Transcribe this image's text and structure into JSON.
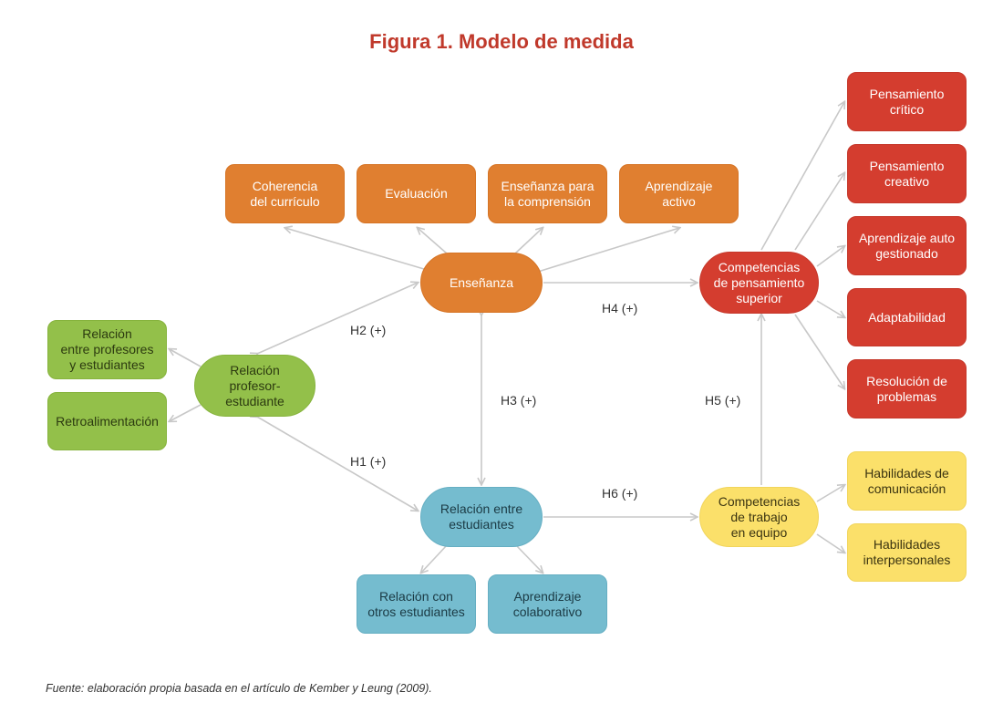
{
  "title": "Figura 1. Modelo de medida",
  "source": "Fuente: elaboración propia basada en el artículo de Kember y Leung (2009).",
  "nodes": {
    "coherencia": "Coherencia\ndel currículo",
    "evaluacion": "Evaluación",
    "ensenanza_comprension": "Enseñanza para\nla comprensión",
    "aprendizaje_activo": "Aprendizaje\nactivo",
    "ensenanza": "Enseñanza",
    "relacion_prof_est_box": "Relación\nentre profesores\ny estudiantes",
    "retroalimentacion": "Retroalimentación",
    "relacion_prof_est": "Relación\nprofesor-\nestudiante",
    "relacion_entre_est": "Relación entre\nestudiantes",
    "relacion_otros": "Relación con\notros estudiantes",
    "aprendizaje_colab": "Aprendizaje\ncolaborativo",
    "comp_pensamiento": "Competencias\nde pensamiento\nsuperior",
    "comp_trabajo": "Competencias\nde trabajo\nen equipo",
    "pens_critico": "Pensamiento\ncrítico",
    "pens_creativo": "Pensamiento\ncreativo",
    "aprend_auto": "Aprendizaje auto\ngestionado",
    "adaptabilidad": "Adaptabilidad",
    "resolucion": "Resolución de\nproblemas",
    "hab_comunicacion": "Habilidades de\ncomunicación",
    "hab_interpersonales": "Habilidades\ninterpersonales"
  },
  "hypotheses": {
    "h1": "H1 (+)",
    "h2": "H2 (+)",
    "h3": "H3 (+)",
    "h4": "H4 (+)",
    "h5": "H5 (+)",
    "h6": "H6 (+)"
  },
  "colors": {
    "ensenanza": "#e07f30",
    "relacion_profesor": "#93c04a",
    "relacion_estudiantes": "#75bccf",
    "pensamiento": "#d43d2f",
    "trabajo_equipo": "#fbe06a",
    "title": "#c0392b",
    "arrows": "#c8c8c8"
  }
}
